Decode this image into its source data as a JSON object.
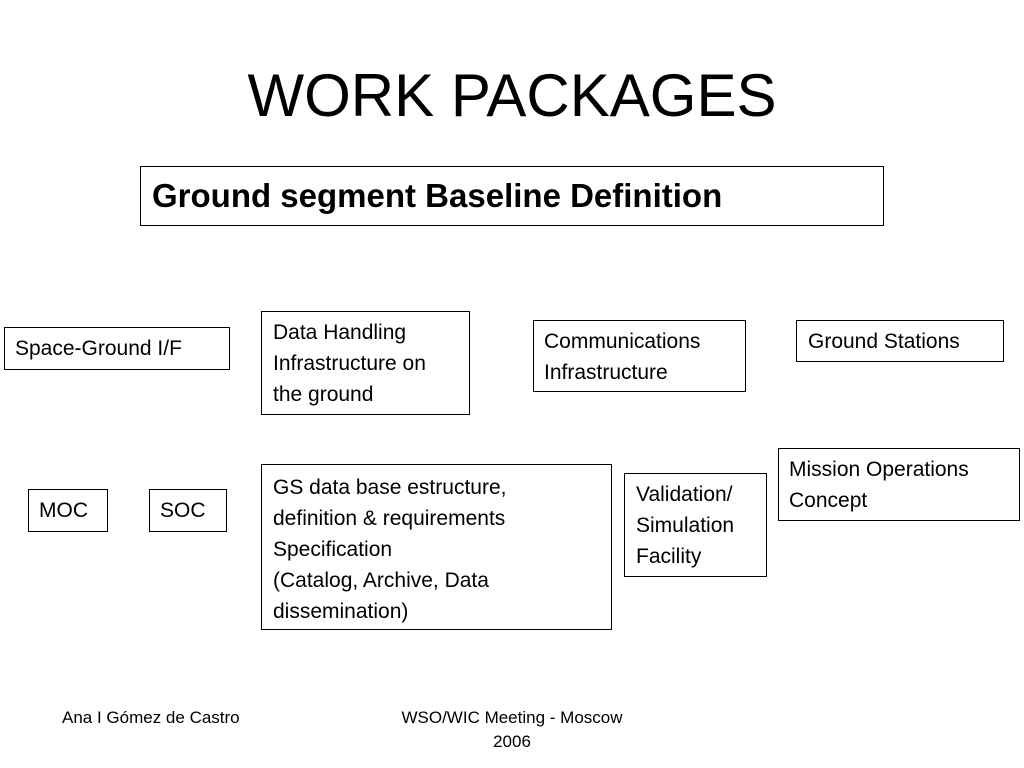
{
  "slide": {
    "title": "WORK PACKAGES",
    "baseline_box": "Ground segment Baseline Definition",
    "boxes": {
      "space_ground": [
        "Space-Ground I/F"
      ],
      "data_handling": [
        "Data Handling",
        "Infrastructure on",
        "the ground"
      ],
      "communications": [
        "Communications",
        "Infrastructure"
      ],
      "ground_stations": [
        "Ground Stations"
      ],
      "moc": [
        "MOC"
      ],
      "soc": [
        "SOC"
      ],
      "gs_database": [
        "GS data base estructure,",
        "definition & requirements",
        "Specification",
        "(Catalog, Archive, Data",
        "dissemination)"
      ],
      "validation": [
        "Validation/",
        "Simulation",
        "Facility"
      ],
      "mission_operations": [
        "Mission Operations",
        "Concept"
      ]
    },
    "footer": {
      "author": "Ana I Gómez de Castro",
      "meeting": [
        "WSO/WIC Meeting - Moscow",
        "2006"
      ]
    }
  }
}
